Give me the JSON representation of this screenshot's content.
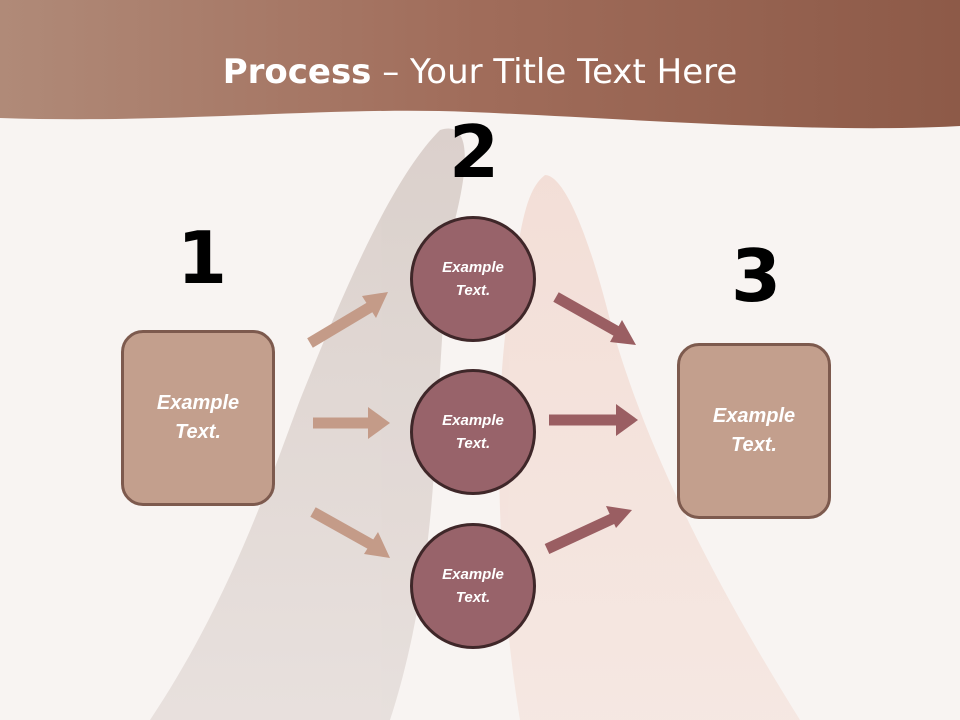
{
  "title": {
    "bold": "Process",
    "rest": " – Your Title Text Here"
  },
  "steps": {
    "s1": {
      "number": "1",
      "text": "Example\nText."
    },
    "s2": {
      "number": "2"
    },
    "s3": {
      "number": "3",
      "text": "Example\nText."
    }
  },
  "circles": [
    {
      "text": "Example\nText."
    },
    {
      "text": "Example\nText."
    },
    {
      "text": "Example\nText."
    }
  ],
  "colors": {
    "header": "#a26f5e",
    "box_fill": "#c39f8d",
    "circle_fill": "#98636a",
    "arrow_left": "#c49b88",
    "arrow_right": "#9a5e62"
  }
}
